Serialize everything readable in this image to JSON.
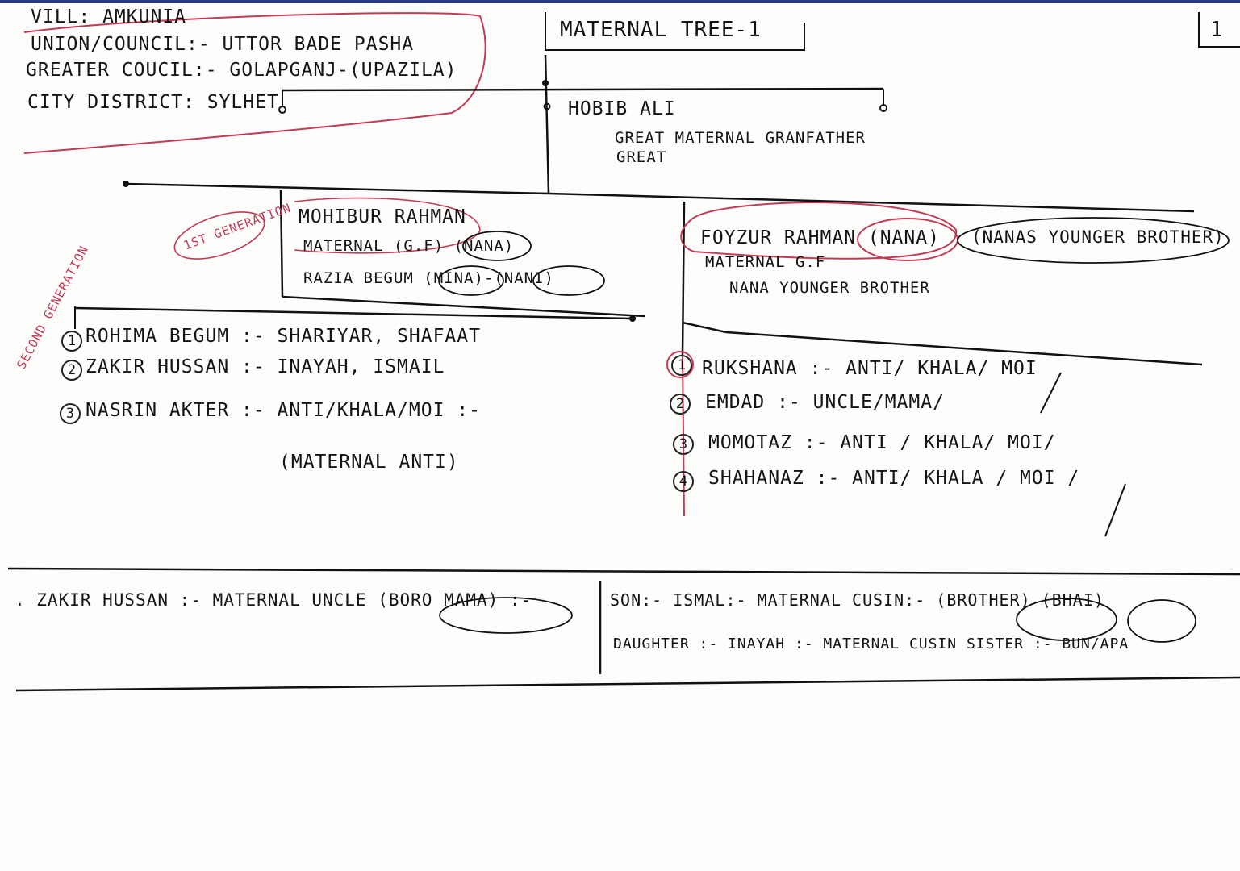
{
  "header": {
    "vill": "VILL: AMKUNIA",
    "union": "UNION/COUNCIL:- UTTOR BADE PASHA",
    "greater": "GREATER COUCIL:- GOLAPGANJ-(UPAZILA)",
    "city": "CITY DISTRICT: SYLHET",
    "title": "MATERNAL TREE-1",
    "page": "1"
  },
  "root": {
    "name": "HOBIB ALI",
    "role_line1": "GREAT MATERNAL GRANFATHER",
    "role_line2": "GREAT"
  },
  "generations": {
    "first": "1ST GENERATION",
    "second": "SECOND GENERATION"
  },
  "left_branch": {
    "name": "MOHIBUR RAHMAN",
    "role": "MATERNAL (G.F) (NANA)",
    "spouse": "RAZIA BEGUM (MINA)-(NANI)",
    "children": [
      {
        "num": "1",
        "text": "ROHIMA BEGUM :- SHARIYAR, SHAFAAT"
      },
      {
        "num": "2",
        "text": "ZAKIR HUSSAN :- INAYAH, ISMAIL"
      },
      {
        "num": "3",
        "text": "NASRIN AKTER :- ANTI/KHALA/MOI :-"
      }
    ],
    "child3_note": "(MATERNAL ANTI)"
  },
  "right_branch": {
    "name": "FOYZUR RAHMAN (NANA)",
    "side_note": "(NANAS YOUNGER BROTHER)",
    "role1": "MATERNAL G.F",
    "role2": "NANA YOUNGER BROTHER",
    "children": [
      {
        "num": "1",
        "text": "RUKSHANA :- ANTI/ KHALA/ MOI"
      },
      {
        "num": "2",
        "text": "EMDAD :- UNCLE/MAMA/"
      },
      {
        "num": "3",
        "text": "MOMOTAZ :- ANTI / KHALA/ MOI/"
      },
      {
        "num": "4",
        "text": "SHAHANAZ :- ANTI/ KHALA / MOI /"
      }
    ]
  },
  "footer": {
    "left": ". ZAKIR HUSSAN :- MATERNAL UNCLE (BORO MAMA) :-",
    "son": "SON:- ISMAL:- MATERNAL CUSIN:- (BROTHER) (BHAI)",
    "daughter": "DAUGHTER :- INAYAH :- MATERNAL CUSIN SISTER :- BUN/APA"
  },
  "colors": {
    "ink": "#141414",
    "red_ink": "#c43a55",
    "paper": "#fdfdfb"
  }
}
